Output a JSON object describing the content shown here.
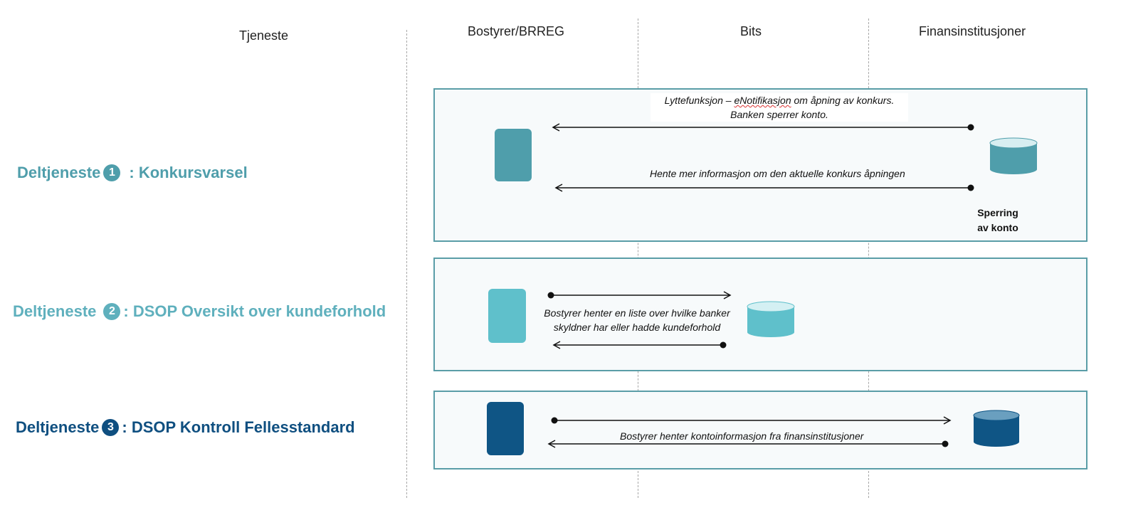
{
  "columns": {
    "service": "Tjeneste",
    "registry": "Bostyrer/BRREG",
    "bits": "Bits",
    "finance": "Finansinstitusjoner"
  },
  "services": [
    {
      "label": "Deltjeneste",
      "number": "1",
      "name": ": Konkursvarsel",
      "color": "#4f9eab"
    },
    {
      "label": "Deltjeneste",
      "number": "2",
      "name": ": DSOP Oversikt over kundeforhold",
      "color": "#5fb0bd"
    },
    {
      "label": "Deltjeneste",
      "number": "3",
      "name": ": DSOP Kontroll Fellesstandard",
      "color": "#0f4f80"
    }
  ],
  "panel1": {
    "msg1_line1_a": "Lyttefunksjon – ",
    "msg1_line1_b": "eNotifikasjon",
    "msg1_line1_c": " om åpning av konkurs.",
    "msg1_line2": "Banken sperrer konto.",
    "msg2": "Hente mer informasjon om den aktuelle konkurs åpningen",
    "sub_line1": "Sperring",
    "sub_line2": "av konto"
  },
  "panel2": {
    "msg_line1": "Bostyrer henter en liste over hvilke banker",
    "msg_line2": "skyldner har eller hadde kundeforhold"
  },
  "panel3": {
    "msg": "Bostyrer henter kontoinformasjon fra finansinstitusjoner"
  },
  "colors": {
    "teal_dark": "#4f9eab",
    "teal_light": "#5fc0cb",
    "navy": "#0f5585",
    "panel_border": "#5a9da7"
  }
}
